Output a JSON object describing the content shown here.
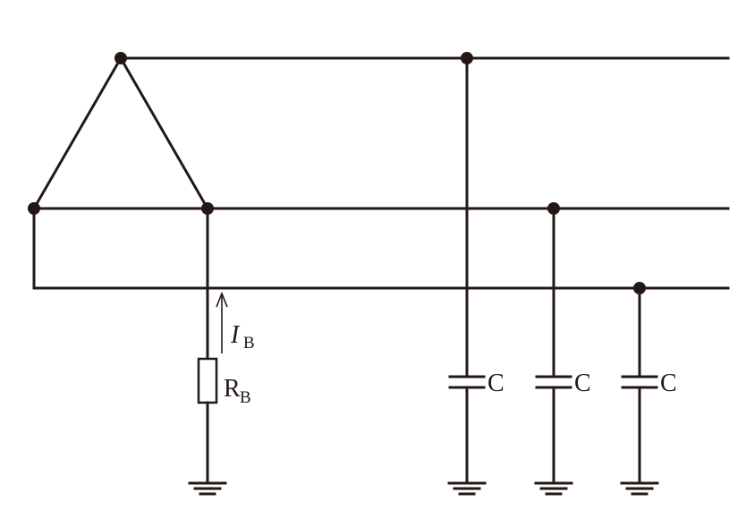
{
  "diagram": {
    "current_label": {
      "main": "I",
      "sub": "B"
    },
    "resistor_label": {
      "main": "R",
      "sub": "B"
    },
    "capacitor_labels": [
      "C",
      "C",
      "C"
    ]
  },
  "colors": {
    "ink": "#231815",
    "background": "#ffffff"
  }
}
